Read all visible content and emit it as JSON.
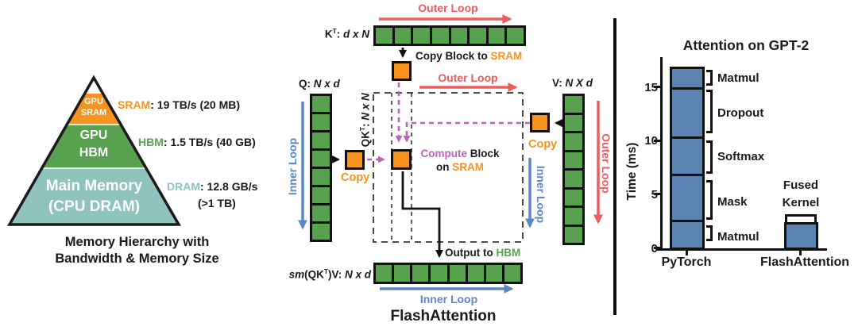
{
  "colors": {
    "block_green": "#57a14f",
    "accent_orange": "#f6921e",
    "teal": "#8ec4bd",
    "loop_red": "#ed5c5c",
    "loop_blue": "#5b87c6",
    "compute_purple": "#bc63b7",
    "bar_blue": "#5b84b2"
  },
  "pyramid": {
    "levels": [
      {
        "line1": "GPU",
        "line2": "SRAM"
      },
      {
        "line1": "GPU",
        "line2": "HBM"
      },
      {
        "line1": "Main Memory",
        "line2": "(CPU DRAM)"
      }
    ],
    "side_labels": [
      {
        "name": "SRAM",
        "rest": ": 19 TB/s (20 MB)"
      },
      {
        "name": "HBM",
        "rest": ": 1.5 TB/s (40 GB)"
      },
      {
        "name": "DRAM",
        "rest": ": 12.8 GB/s",
        "rest2": "(>1 TB)"
      }
    ],
    "caption1": "Memory Hierarchy with",
    "caption2": "Bandwidth & Memory Size"
  },
  "flash": {
    "outer_loop_top": "Outer Loop",
    "outer_loop_mid": "Outer Loop",
    "outer_loop_right": "Outer Loop",
    "inner_loop_left": "Inner Loop",
    "inner_loop_right": "Inner Loop",
    "inner_loop_bottom": "Inner Loop",
    "k_label": {
      "base": "K",
      "sup": "T",
      "sep": ": ",
      "dims": "d x N"
    },
    "q_label": {
      "base": "Q",
      "sep": ": ",
      "dims": "N x d"
    },
    "v_label": {
      "base": "V",
      "sep": ": ",
      "dims": "N X d"
    },
    "qkt_label": {
      "base": "QK",
      "sup": "T",
      "sep": ": ",
      "dims": "N x N"
    },
    "out_label": {
      "sm": "sm",
      "open": "(QK",
      "sup": "T",
      "close": ")V",
      "sep": ": ",
      "dims": "N x d"
    },
    "copy_block_pre": "Copy Block to ",
    "copy_block_hl": "SRAM",
    "compute_hl": "Compute",
    "compute_rest": " Block",
    "compute_on": "on ",
    "compute_sram": "SRAM",
    "copy_q": "Copy",
    "copy_v": "Copy",
    "output_pre": "Output to ",
    "output_hl": "HBM",
    "caption": "FlashAttention",
    "matrix_cells": {
      "k": 8,
      "q": 8,
      "v": 8,
      "out": 8
    }
  },
  "chart_data": {
    "type": "bar",
    "stacked": true,
    "title": "Attention on GPT-2",
    "ylabel": "Time (ms)",
    "ylim": [
      0,
      17.5
    ],
    "yticks": [
      "0",
      "5",
      "10",
      "15"
    ],
    "grid": false,
    "legend": "none",
    "categories": [
      "PyTorch",
      "FlashAttention"
    ],
    "bars": [
      {
        "label": "PyTorch",
        "total": 16.9,
        "segments": [
          {
            "name": "Matmul",
            "value": 2.4
          },
          {
            "name": "Mask",
            "value": 4.4
          },
          {
            "name": "Softmax",
            "value": 3.5
          },
          {
            "name": "Dropout",
            "value": 4.7
          },
          {
            "name": "Matmul",
            "value": 1.9
          }
        ]
      },
      {
        "label": "FlashAttention",
        "total": 2.2,
        "annotation1": "Fused",
        "annotation2": "Kernel",
        "segments": [
          {
            "name": "Fused Kernel",
            "value": 2.2
          }
        ]
      }
    ]
  }
}
